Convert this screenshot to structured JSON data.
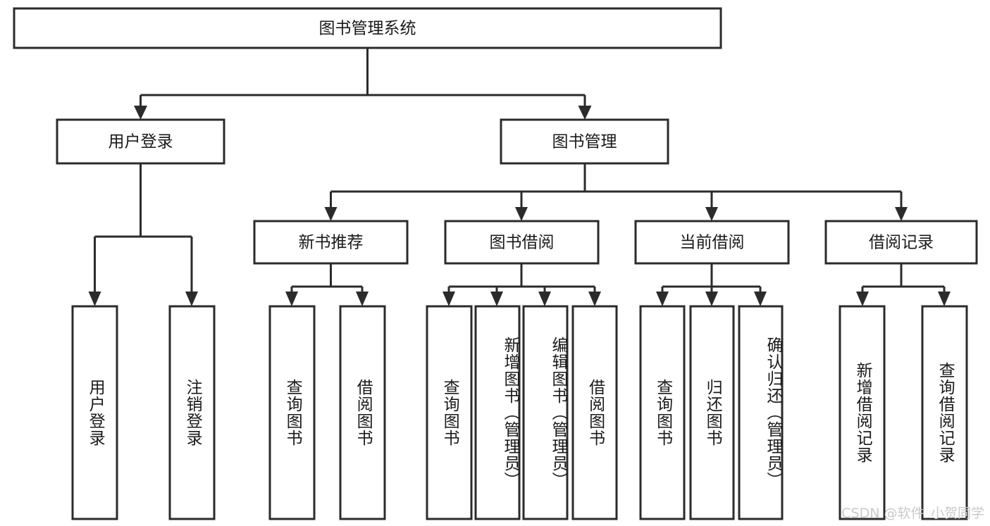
{
  "diagram": {
    "type": "tree-hierarchy",
    "orientation": "top-down",
    "title_node": "图书管理系统",
    "watermark": "CSDN @软件_小贺同学",
    "colors": {
      "stroke": "#2b2b2b",
      "fill": "#ffffff",
      "text": "#1a1a1a",
      "watermark": "#c9c9c9",
      "background": "#ffffff"
    },
    "levels": [
      {
        "level": 1,
        "nodes": [
          {
            "id": "root",
            "label": "图书管理系统",
            "orientation": "horizontal"
          }
        ]
      },
      {
        "level": 2,
        "nodes": [
          {
            "id": "login",
            "label": "用户登录",
            "orientation": "horizontal",
            "parent": "root"
          },
          {
            "id": "bookmgmt",
            "label": "图书管理",
            "orientation": "horizontal",
            "parent": "root"
          }
        ]
      },
      {
        "level": 3,
        "nodes": [
          {
            "id": "newbook",
            "label": "新书推荐",
            "orientation": "horizontal",
            "parent": "bookmgmt"
          },
          {
            "id": "borrow",
            "label": "图书借阅",
            "orientation": "horizontal",
            "parent": "bookmgmt"
          },
          {
            "id": "current",
            "label": "当前借阅",
            "orientation": "horizontal",
            "parent": "bookmgmt"
          },
          {
            "id": "records",
            "label": "借阅记录",
            "orientation": "horizontal",
            "parent": "bookmgmt"
          }
        ]
      },
      {
        "level": 4,
        "nodes": [
          {
            "id": "leaf1",
            "label": "用户登录",
            "orientation": "vertical",
            "parent": "login"
          },
          {
            "id": "leaf2",
            "label": "注销登录",
            "orientation": "vertical",
            "parent": "login"
          },
          {
            "id": "leaf3",
            "label": "查询图书",
            "orientation": "vertical",
            "parent": "newbook"
          },
          {
            "id": "leaf4",
            "label": "借阅图书",
            "orientation": "vertical",
            "parent": "newbook"
          },
          {
            "id": "leaf5",
            "label": "查询图书",
            "orientation": "vertical",
            "parent": "borrow"
          },
          {
            "id": "leaf6",
            "label": "新增图书（管理员）",
            "orientation": "vertical",
            "parent": "borrow"
          },
          {
            "id": "leaf7",
            "label": "编辑图书（管理员）",
            "orientation": "vertical",
            "parent": "borrow"
          },
          {
            "id": "leaf8",
            "label": "借阅图书",
            "orientation": "vertical",
            "parent": "borrow"
          },
          {
            "id": "leaf9",
            "label": "查询图书",
            "orientation": "vertical",
            "parent": "current"
          },
          {
            "id": "leaf10",
            "label": "归还图书",
            "orientation": "vertical",
            "parent": "current"
          },
          {
            "id": "leaf11",
            "label": "确认归还（管理员）",
            "orientation": "vertical",
            "parent": "current"
          },
          {
            "id": "leaf12",
            "label": "新增借阅记录",
            "orientation": "vertical",
            "parent": "records"
          },
          {
            "id": "leaf13",
            "label": "查询借阅记录",
            "orientation": "vertical",
            "parent": "records"
          }
        ]
      }
    ]
  }
}
